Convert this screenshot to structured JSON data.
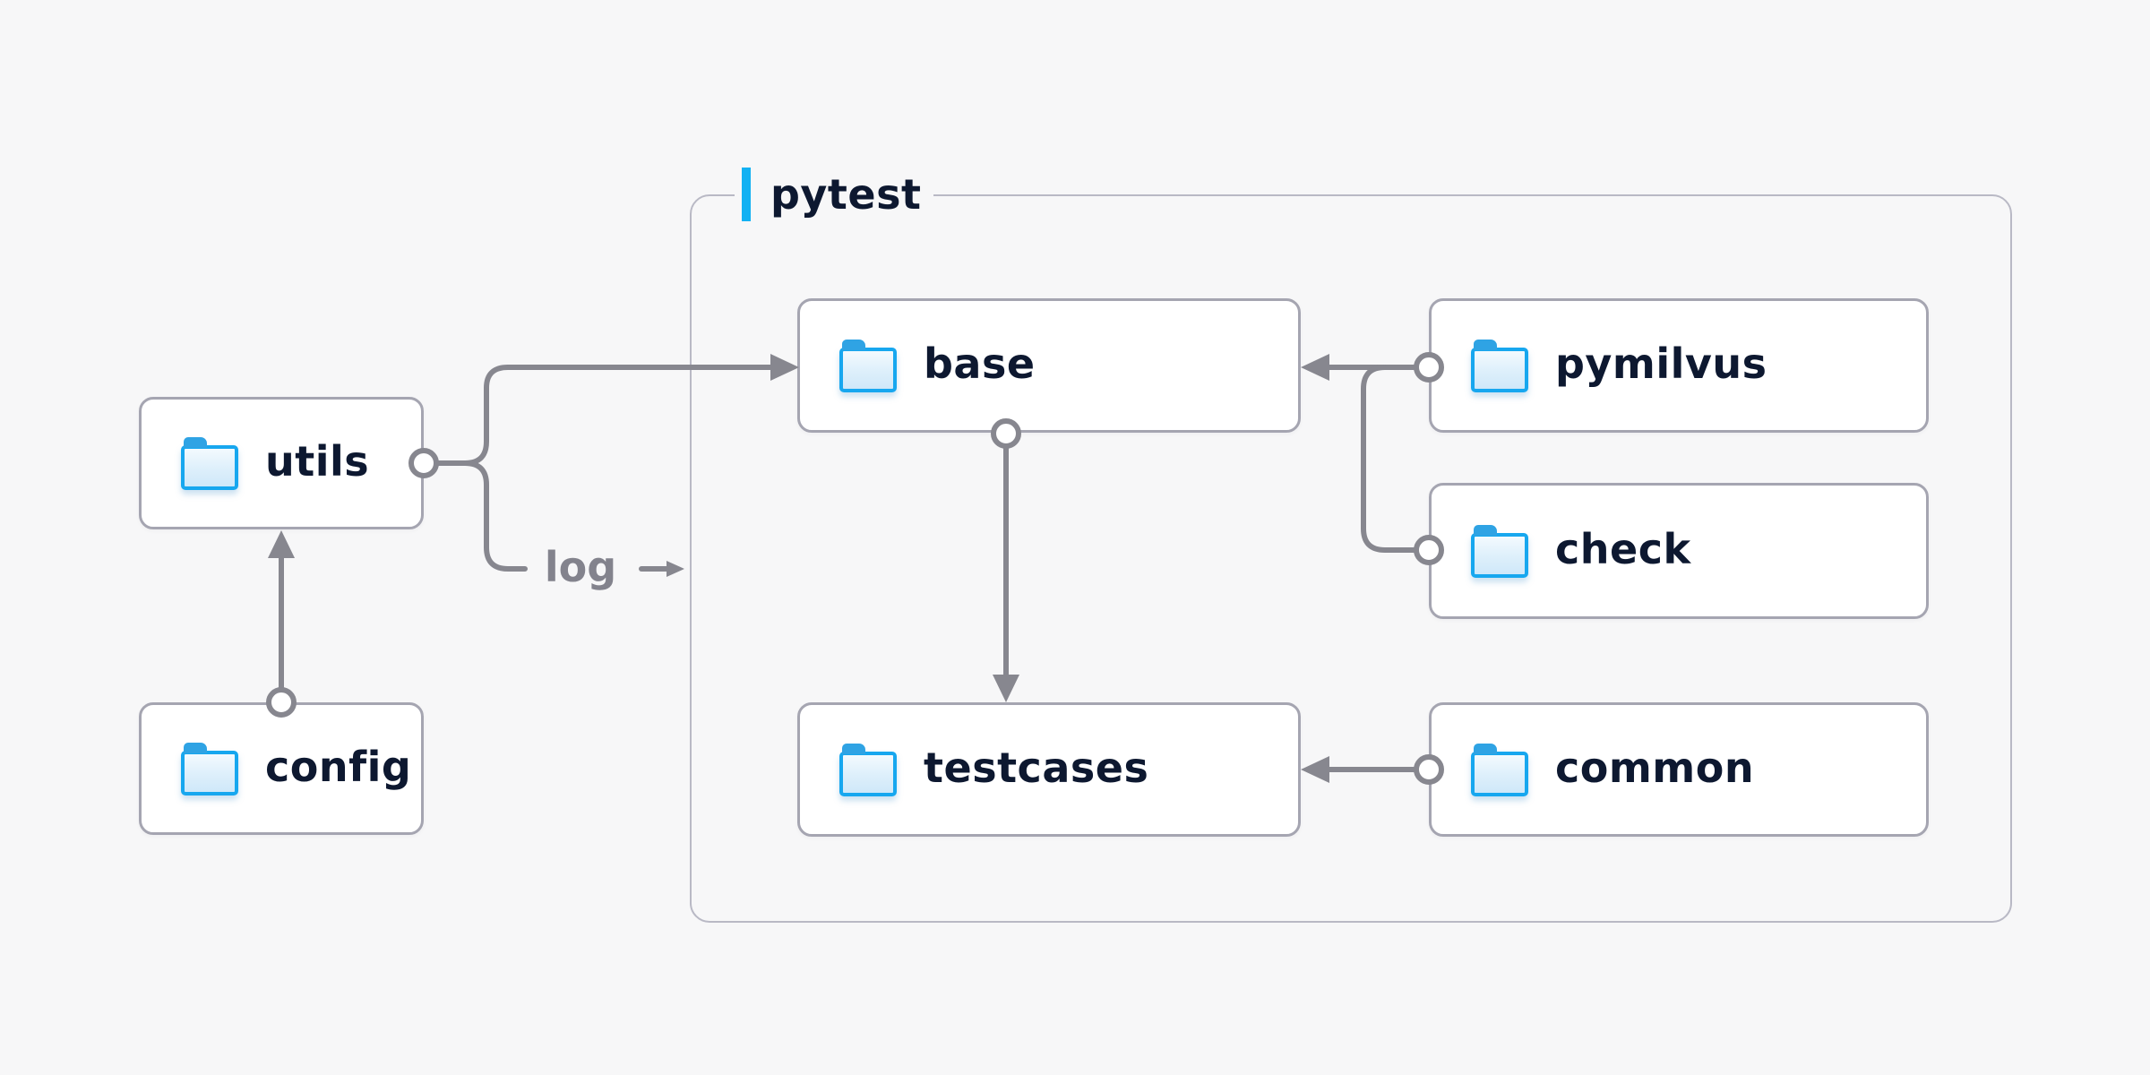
{
  "container": {
    "label": "pytest"
  },
  "nodes": {
    "utils": {
      "label": "utils"
    },
    "config": {
      "label": "config"
    },
    "base": {
      "label": "base"
    },
    "pymilvus": {
      "label": "pymilvus"
    },
    "check": {
      "label": "check"
    },
    "testcases": {
      "label": "testcases"
    },
    "common": {
      "label": "common"
    }
  },
  "labels": {
    "log": "log"
  },
  "edges": [
    {
      "from": "config",
      "to": "utils",
      "type": "arrow"
    },
    {
      "from": "utils",
      "to": "base",
      "type": "arrow"
    },
    {
      "from": "utils",
      "to": "log",
      "type": "labeled-arrow",
      "label": "log"
    },
    {
      "from": "base",
      "to": "testcases",
      "type": "arrow"
    },
    {
      "from": "pymilvus",
      "to": "base",
      "type": "arrow"
    },
    {
      "from": "check",
      "to": "base",
      "type": "arrow"
    },
    {
      "from": "common",
      "to": "testcases",
      "type": "arrow"
    }
  ],
  "colors": {
    "background": "#f7f7f8",
    "card_fill": "#ffffff",
    "card_border": "#a5a5b1",
    "group_border": "#b9b9c5",
    "wire": "#87878f",
    "text": "#0d1830",
    "muted_text": "#83838d",
    "accent_blue": "#12b1f3",
    "folder_blue": "#17a7ef"
  }
}
